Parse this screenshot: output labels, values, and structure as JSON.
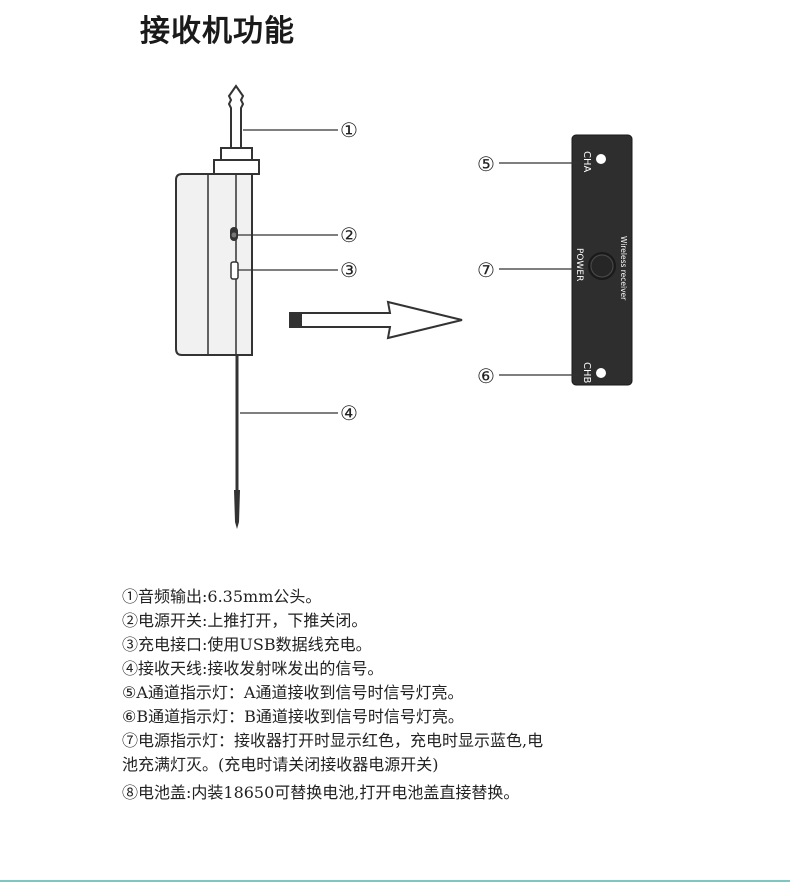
{
  "title": "接收机功能",
  "callouts": {
    "c1": "①",
    "c2": "②",
    "c3": "③",
    "c4": "④",
    "c5": "⑤",
    "c6": "⑥",
    "c7": "⑦"
  },
  "panel": {
    "cha_label": "CHA",
    "chb_label": "CHB",
    "power_label": "POWER",
    "brand_label": "Wireless receiver"
  },
  "descriptions": [
    "①音频输出:6.35mm公头。",
    "②电源开关:上推打开，下推关闭。",
    "③充电接口:使用USB数据线充电。",
    "④接收天线:接收发射咪发出的信号。",
    "⑤A通道指示灯：A通道接收到信号时信号灯亮。",
    "⑥B通道指示灯：B通道接收到信号时信号灯亮。",
    "⑦电源指示灯：接收器打开时显示红色，充电时显示蓝色,电",
    "池充满灯灭。(充电时请关闭接收器电源开关)",
    "⑧电池盖:内装18650可替换电池,打开电池盖直接替换。"
  ],
  "colors": {
    "panel": "#2e2e2e",
    "device_body": "#f2f2f2",
    "outline": "#333333",
    "accent_rule": "#7fc6c1"
  }
}
